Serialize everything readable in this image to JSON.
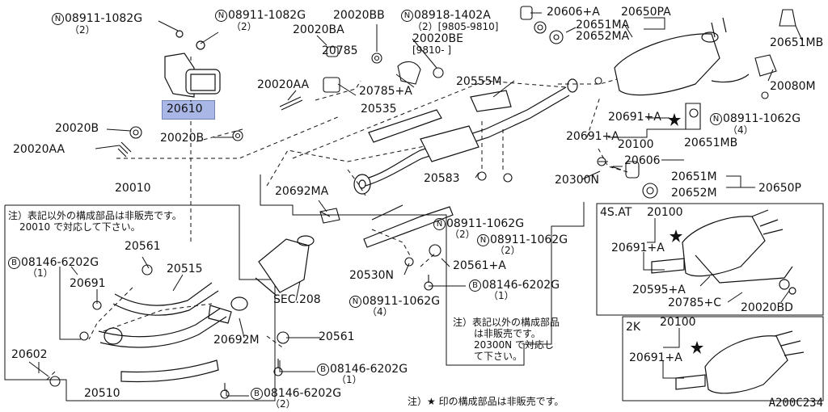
{
  "diagram": {
    "reference_code": "A200C234",
    "highlighted_part": "20610",
    "labels": {
      "l1": "08911-1082G",
      "l1s": "（2）",
      "l2": "08911-1082G",
      "l2s": "（2）",
      "l3": "20020BB",
      "l4": "08918-1402A",
      "l4s": "（2）[9805-9810]",
      "l5": "20020BE",
      "l5s": "[9810-      ]",
      "l6": "20606+A",
      "l7": "20650PA",
      "l8": "20651MA",
      "l9": "20652MA",
      "l10": "20651MB",
      "l11": "20020BA",
      "l12": "20785",
      "l13": "20785+A",
      "l14": "20555M",
      "l15": "20080M",
      "l16": "20020AA",
      "l17": "20535",
      "l18": "20691+A",
      "l19": "08911-1062G",
      "l19s": "（4）",
      "l20": "20020B",
      "l21": "20020B",
      "l22": "20020AA",
      "l23": "20691+A",
      "l24": "20100",
      "l25": "20651MB",
      "l26": "20606",
      "l27": "20583",
      "l28": "20300N",
      "l29": "20651M",
      "l30": "20652M",
      "l31": "20650P",
      "l32": "20010",
      "l33": "20692MA",
      "l34": "08911-1062G",
      "l34s": "（2）",
      "l35": "08911-1062G",
      "l35s": "（2）",
      "l36": "20561",
      "l37": "20515",
      "l38": "08146-6202G",
      "l38s": "（1）",
      "l39": "20691",
      "l40": "SEC.208",
      "l41": "20561+A",
      "l42": "20530N",
      "l43": "08146-6202G",
      "l43s": "（1）",
      "l44": "08911-1062G",
      "l44s": "（4）",
      "l45": "20692M",
      "l46": "20561",
      "l47": "20602",
      "l48": "08146-6202G",
      "l48s": "（1）",
      "l49": "20510",
      "l50": "08146-6202G",
      "l50s": "（2）",
      "l51": "4S.AT",
      "l52": "20100",
      "l53": "20691+A",
      "l54": "20595+A",
      "l55": "20785+C",
      "l56": "20020BD",
      "l57": "2K",
      "l58": "20100",
      "l59": "20691+A"
    },
    "notes": {
      "n1_line1": "注）表記以外の構成部品は非販売です。",
      "n1_line2": "20010 で対応して下さい。",
      "n2_line1": "注）表記以外の構成部品",
      "n2_line2": "は非販売です。",
      "n2_line3": "20300N で対応し",
      "n2_line4": "て下さい。",
      "n3_line1": "注）★ 印の構成部品は非販売です。"
    },
    "circle_marks": {
      "n": "N",
      "b": "B"
    }
  }
}
